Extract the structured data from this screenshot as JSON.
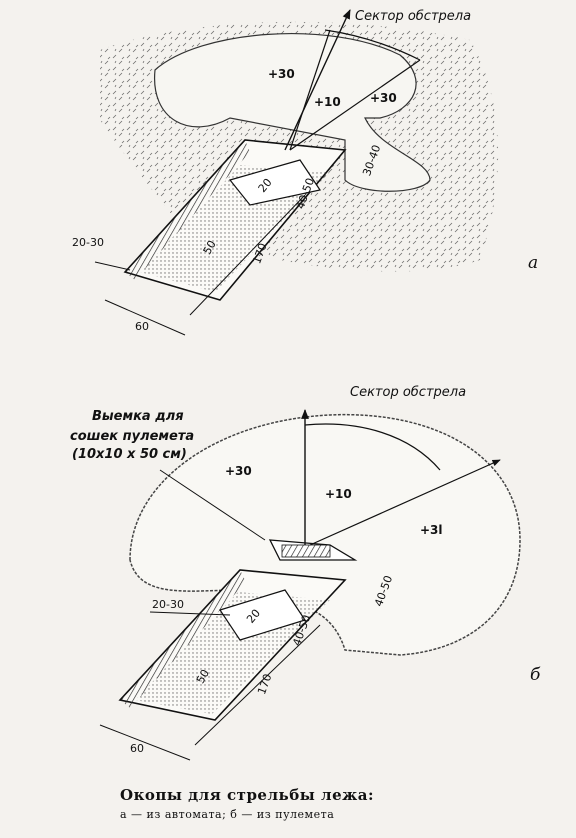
{
  "figure_a": {
    "sector_label": "Сектор обстрела",
    "zone_left": "+30",
    "zone_center": "+10",
    "zone_right": "+30",
    "dim_depth": "20-30",
    "dim_width": "60",
    "dim_length": "170",
    "dim_inner": "50",
    "dim_step": "20",
    "dim_step_side": "40-50",
    "dim_parapet": "30-40",
    "letter": "а"
  },
  "figure_b": {
    "sector_label": "Сектор обстрела",
    "bipod_note_line1": "Выемка для",
    "bipod_note_line2": "сошек пулемета",
    "bipod_note_line3": "(10x10 x 50 см)",
    "zone_left": "+30",
    "zone_center": "+10",
    "zone_right": "+3l",
    "dim_depth": "20-30",
    "dim_width": "60",
    "dim_length": "170",
    "dim_inner": "50",
    "dim_step": "20",
    "dim_step_side": "40-50",
    "dim_parapet": "40-50",
    "letter": "б"
  },
  "caption": {
    "title": "Окопы для стрельбы лежа:",
    "subtitle": "а — из автомата; б — из пулемета"
  }
}
